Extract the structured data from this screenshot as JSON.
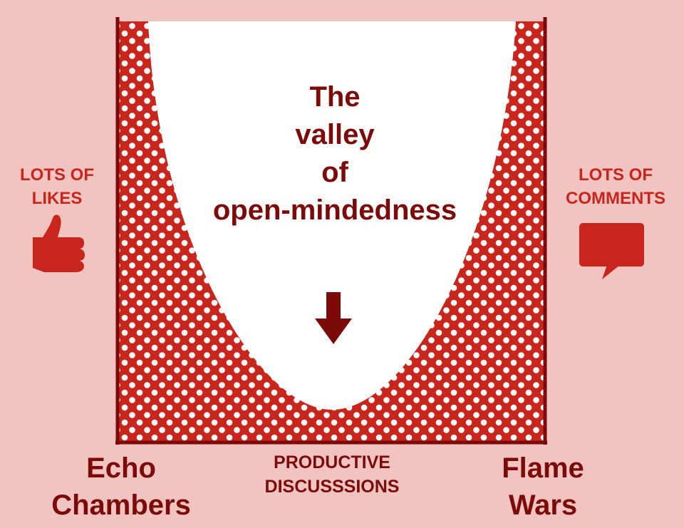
{
  "left_label": {
    "line1": "LOTS OF",
    "line2": "LIKES"
  },
  "right_label": {
    "line1": "LOTS OF",
    "line2": "COMMENTS"
  },
  "valley_title": {
    "line1": "The",
    "line2": "valley",
    "line3": "of",
    "line4": "open-mindedness"
  },
  "bottom_labels": {
    "left": {
      "line1": "Echo",
      "line2": "Chambers"
    },
    "center": {
      "line1": "PRODUCTIVE",
      "line2": "DISCUSSSIONS"
    },
    "right": {
      "line1": "Flame",
      "line2": "Wars"
    }
  },
  "icons": {
    "left": "thumbs-up-icon",
    "right": "speech-bubble-icon",
    "center": "down-arrow-icon"
  },
  "colors": {
    "background": "#f2c4c1",
    "pattern_red": "#c8251d",
    "dark_red": "#7b0a08",
    "dot": "#ffffff"
  }
}
